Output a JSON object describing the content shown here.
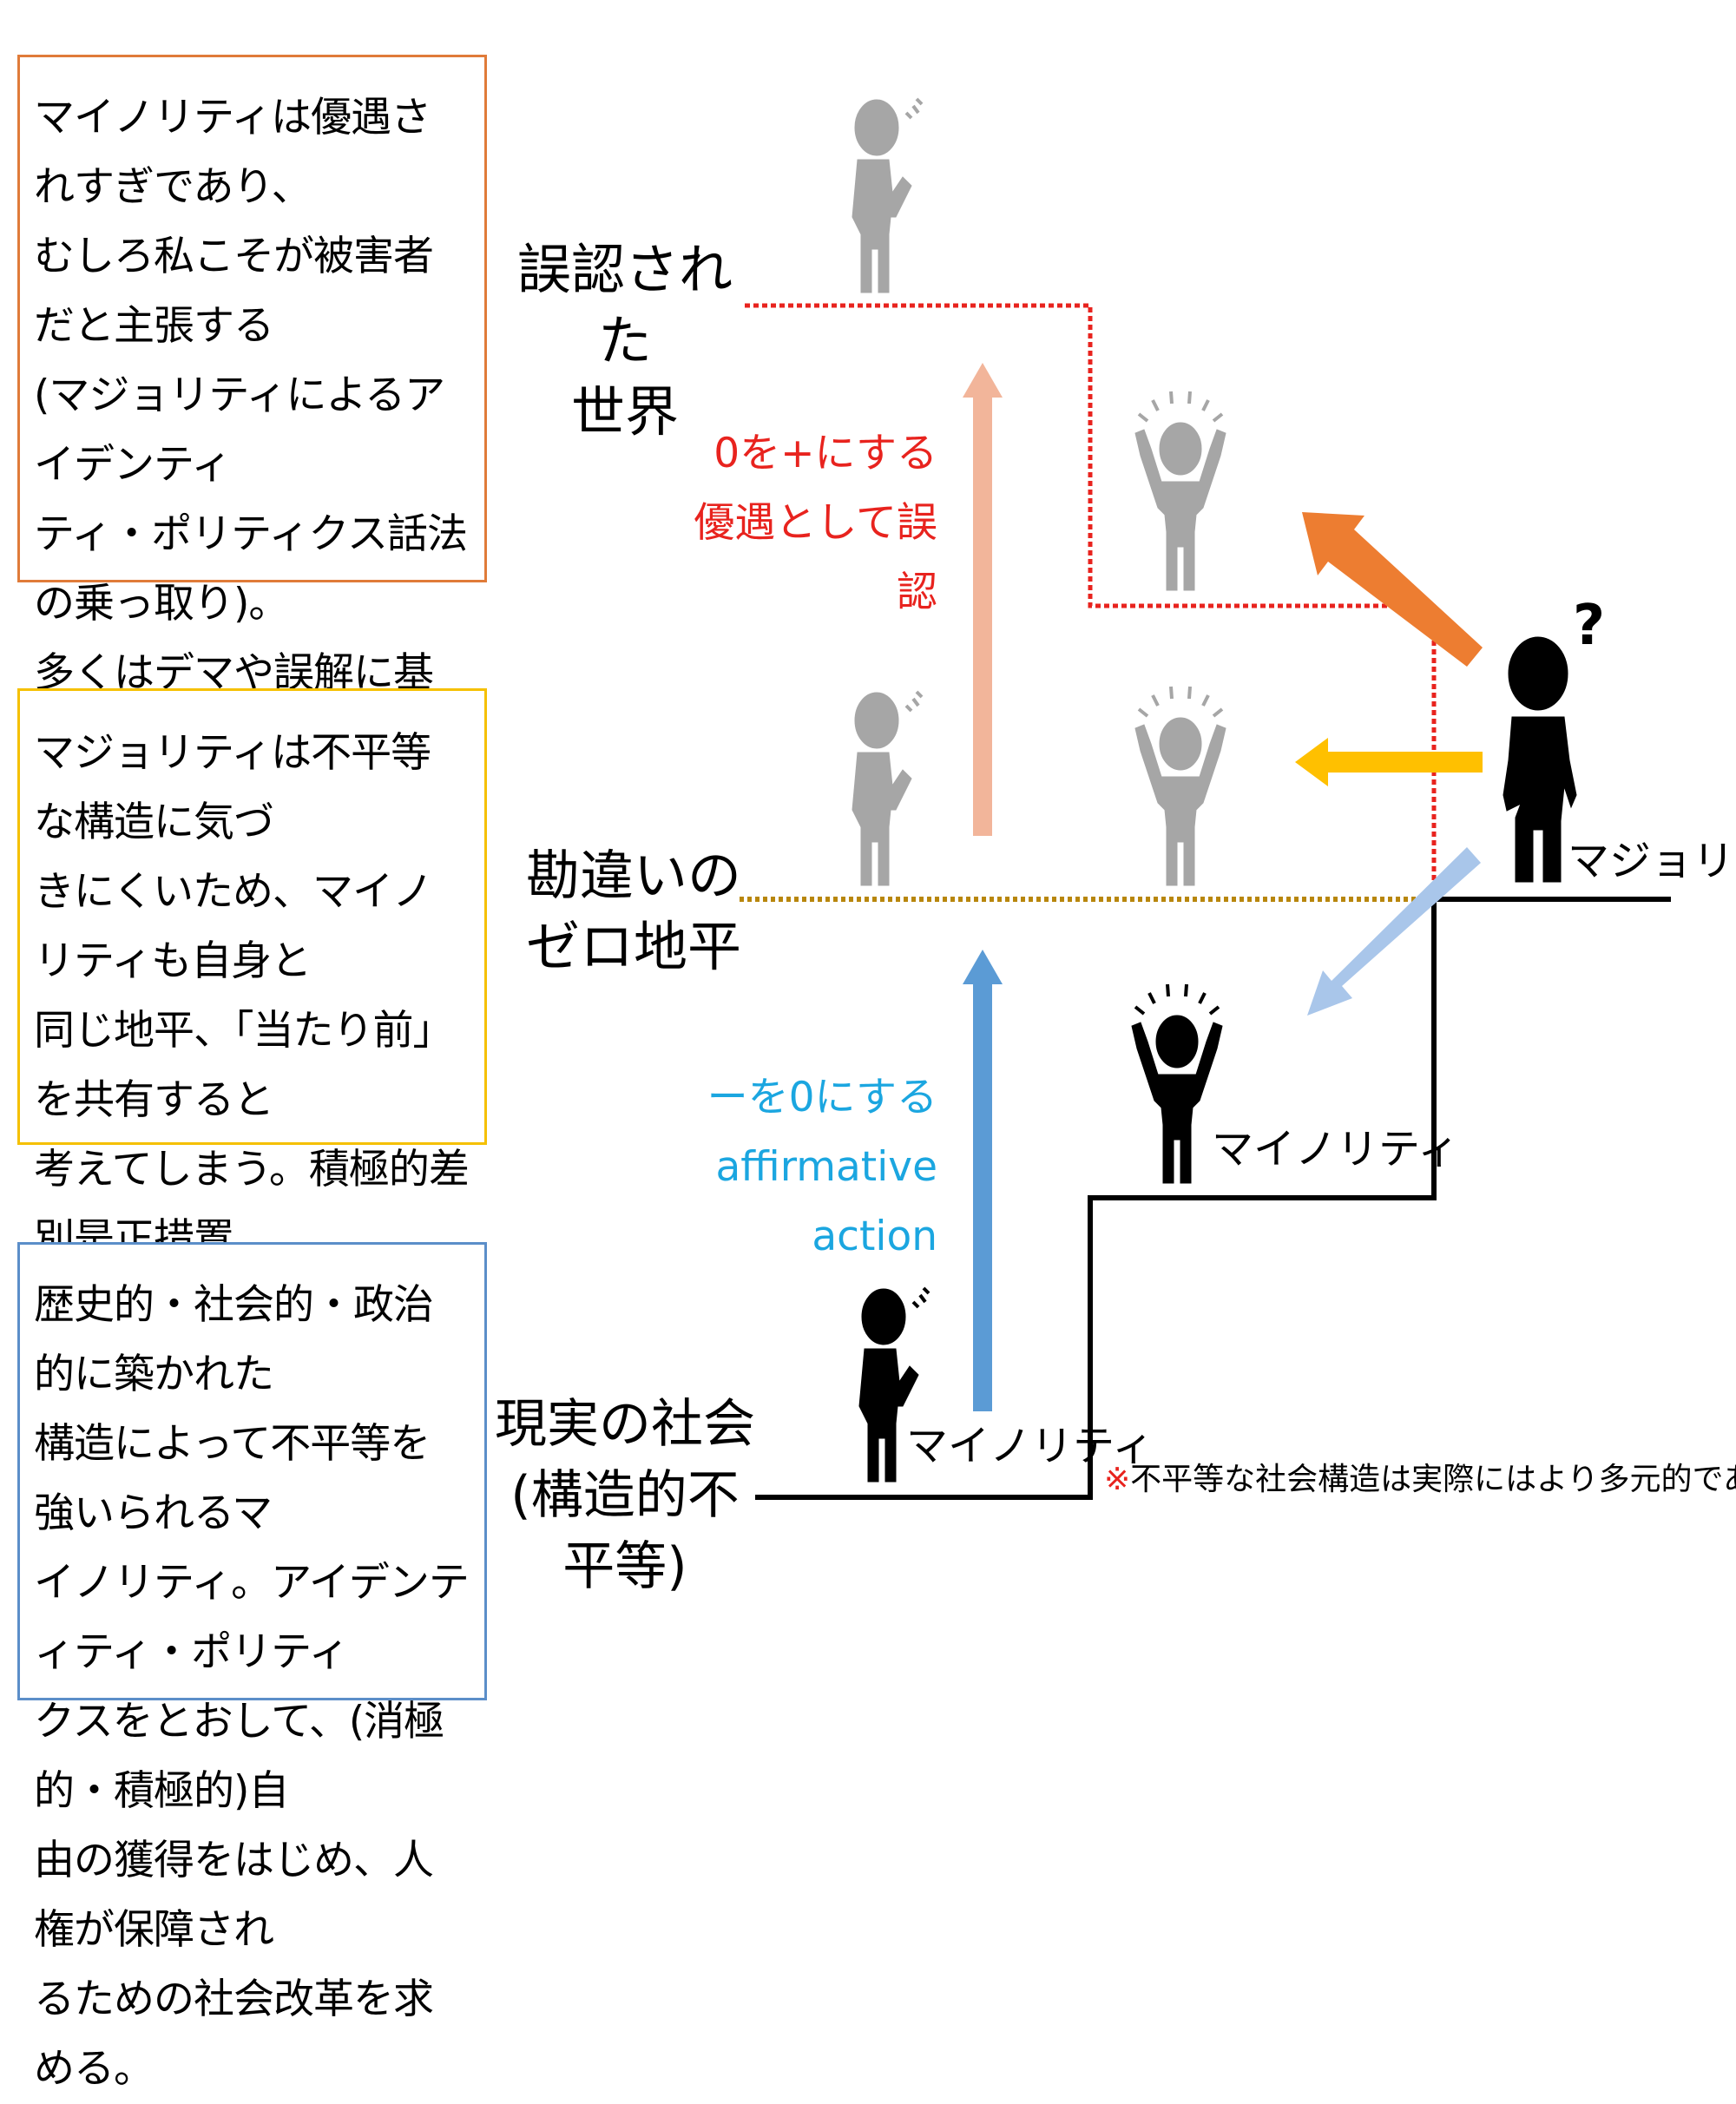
{
  "boxes": {
    "misrecognized": "マイノリティは優遇されすぎであり、\nむしろ私こそが被害者だと主張する\n(マジョリティによるアイデンティ\nティ・ポリティクス話法の乗っ取り)。\n多くはデマや誤解に基づくものであ\nるが、マジョリティのアテンションを惹\nき、感情的・即時的な波及力が高い。",
    "zero_horizon": "マジョリティは不平等な構造に気づ\nきにくいため、マイノリティも自身と\n同じ地平、「当たり前」を共有すると\n考えてしまう。積極的差別是正措置\n(アファーマティブ・アクション)さえも\n優遇だと勘違いしてしまう。",
    "reality": "歴史的・社会的・政治的に築かれた\n構造によって不平等を強いられるマ\nイノリティ。アイデンティティ・ポリティ\nクスをとおして、(消極的・積極的)自\n由の獲得をはじめ、人権が保障され\nるための社会改革を求める。"
  },
  "levels": {
    "misrecognized_world": "誤認された\n世界",
    "zero_horizon": "勘違いの\nゼロ地平",
    "real_society": "現実の社会\n(構造的不平等)"
  },
  "annotations": {
    "upper_arrow": "0を+にする\n優遇として誤認",
    "lower_arrow": "ーを0にする\naffirmative action"
  },
  "actors": {
    "majority": "マジョリティ",
    "minority_middle": "マイノリティ",
    "minority_bottom": "マイノリティ"
  },
  "note": {
    "mark": "※",
    "text": "不平等な社会構造は実際にはより多元的である。"
  },
  "icons": {
    "question_mark": "?"
  },
  "colors": {
    "box_red": "#E07B39",
    "box_yellow": "#F5C000",
    "box_blue": "#5B8EC9",
    "annotation_red": "#E8231E",
    "annotation_blue": "#1BA6E0",
    "arrow_salmon": "#F2B59A",
    "arrow_blue": "#5B9BD5",
    "arrow_orange": "#ED7D31",
    "arrow_yellow": "#FFC000",
    "arrow_lightblue": "#A9C6EA",
    "dotted_red": "#E8231E",
    "dotted_olive": "#B8860B",
    "figure_gray": "#A6A6A6",
    "figure_black": "#000000"
  }
}
